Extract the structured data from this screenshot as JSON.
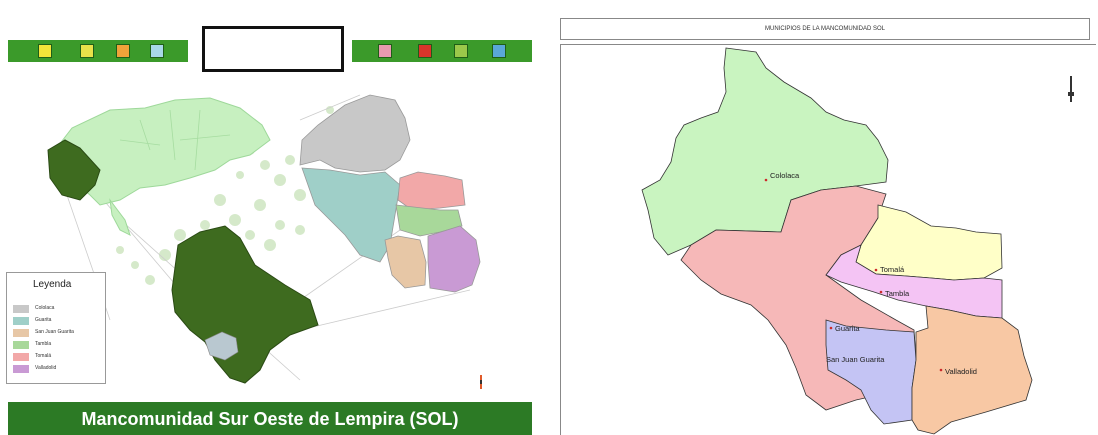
{
  "left_panel": {
    "toolbar_icons": [
      "layer-icon",
      "info-icon",
      "print-icon",
      "grid-icon",
      "zoom-icon",
      "marker-icon",
      "save-icon",
      "help-icon"
    ],
    "legend": {
      "title": "Leyenda",
      "items": [
        {
          "label": "Cololaca",
          "color": "#c8c8c8"
        },
        {
          "label": "Guarita",
          "color": "#9fcfc8"
        },
        {
          "label": "San Juan Guarita",
          "color": "#e7c7a6"
        },
        {
          "label": "Tambla",
          "color": "#a8d89a"
        },
        {
          "label": "Tomalá",
          "color": "#f2a8a8"
        },
        {
          "label": "Valladolid",
          "color": "#c99ad4"
        }
      ]
    },
    "footer": "Mancomunidad Sur Oeste de Lempira (SOL)"
  },
  "right_panel": {
    "title": "MUNICIPIOS DE LA MANCOMUNIDAD SOL",
    "municipalities": [
      {
        "name": "Cololaca",
        "color": "#c9f4c0"
      },
      {
        "name": "Tomalá",
        "color": "#ffffc8"
      },
      {
        "name": "Tambla",
        "color": "#f4c4f4"
      },
      {
        "name": "Guarita",
        "color": "#f6b8b8"
      },
      {
        "name": "San Juan Guarita",
        "color": "#c4c4f4"
      },
      {
        "name": "Valladolid",
        "color": "#f8c8a4"
      }
    ]
  }
}
